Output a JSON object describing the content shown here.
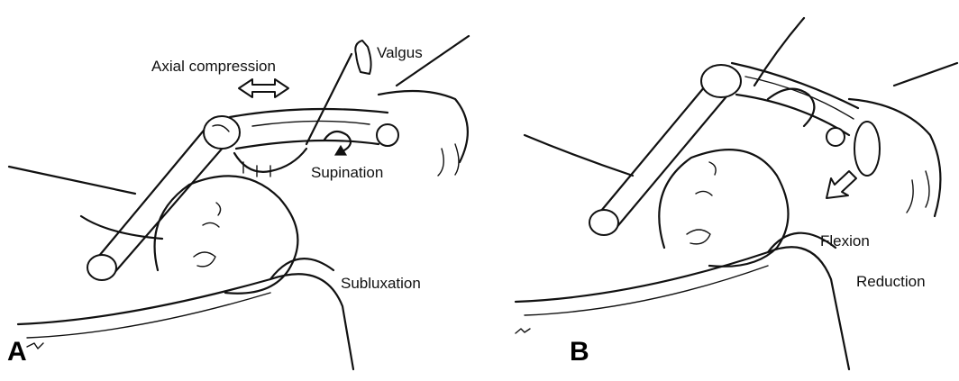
{
  "panel_a": {
    "letter": "A",
    "labels": {
      "axial_compression": "Axial compression",
      "valgus": "Valgus",
      "supination": "Supination",
      "subluxation": "Subluxation"
    }
  },
  "panel_b": {
    "letter": "B",
    "labels": {
      "flexion": "Flexion",
      "reduction": "Reduction"
    }
  },
  "icons": {
    "axial_arrow": "double-headed-arrow",
    "valgus_arrow": "curved-arrow",
    "supination_arrow": "rotation-arrow",
    "flexion_arrow": "down-left-arrow"
  }
}
